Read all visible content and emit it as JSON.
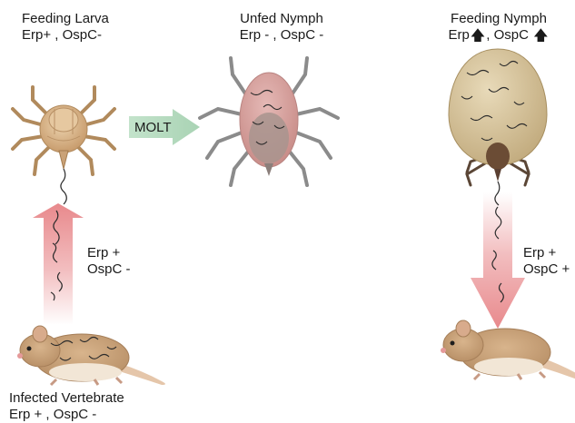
{
  "labels": {
    "feeding_larva": {
      "title": "Feeding Larva",
      "markers": "Erp+ , OspC-"
    },
    "unfed_nymph": {
      "title": "Unfed Nymph",
      "markers": "Erp - , OspC -"
    },
    "feeding_nymph": {
      "title": "Feeding Nymph",
      "erp": "Erp",
      "ospc": ", OspC",
      "up_symbol": "🡅"
    },
    "molt": "MOLT",
    "up_arrow_text": {
      "line1": "Erp +",
      "line2": "OspC -"
    },
    "down_arrow_text": {
      "line1": "Erp +",
      "line2": "OspC +"
    },
    "infected_vertebrate": {
      "title": "Infected Vertebrate",
      "markers": "Erp + , OspC -"
    }
  },
  "colors": {
    "transmission_arrow": "#e8898c",
    "molt_arrow": "#b6dcc0",
    "spirochete": "#2b2b2b",
    "larva_body": "#d9b88e",
    "unfed_nymph_body": "#d9a3a0",
    "feeding_nymph_body": "#d7c49e",
    "mouse_fur": "#c7a27c"
  }
}
